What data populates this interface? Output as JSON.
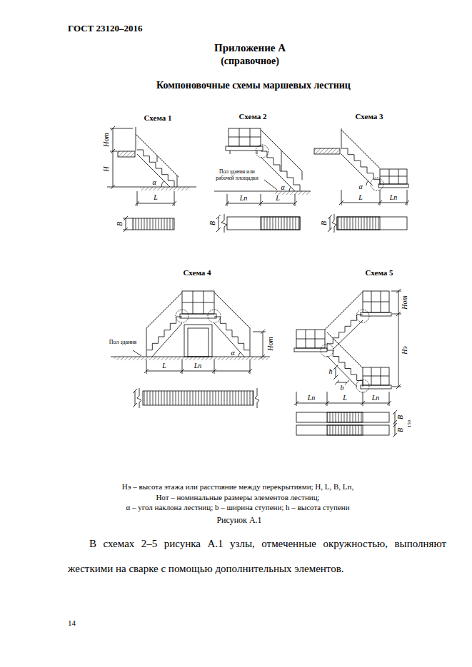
{
  "diagram": {
    "title": "Компоновочные схемы маршевых лестниц",
    "caption": "Рисунок А.1",
    "labels": [
      "ГОСТ 23120–2016",
      "Приложение А",
      "(справочное)",
      "Схема 1",
      "Схема 2",
      "Схема 3",
      "Hот",
      "H",
      "α",
      "L",
      "B",
      "Пол здания или рабочей площадки",
      "α",
      "Lп",
      "L",
      "B",
      "α",
      "L",
      "Lп",
      "B",
      "Схема 4",
      "Схема 5",
      "Пол здания",
      "α",
      "Hот",
      "L",
      "Lп",
      "Hот",
      "Hэ",
      "h",
      "b",
      "Lп",
      "L",
      "Lп",
      "B",
      "B",
      "150",
      "Hэ – высота этажа или расстояние между перекрытиями; H, L, B, Lп,",
      "Hот – номинальные размеры элементов лестниц;",
      "α – угол наклона лестниц; b – ширина ступени; h – высота ступени",
      "В схемах 2–5 рисунка А.1 узлы, отмеченные окружностью, выполняют жесткими на сварке с помощью дополнительных элементов.",
      "14"
    ]
  }
}
